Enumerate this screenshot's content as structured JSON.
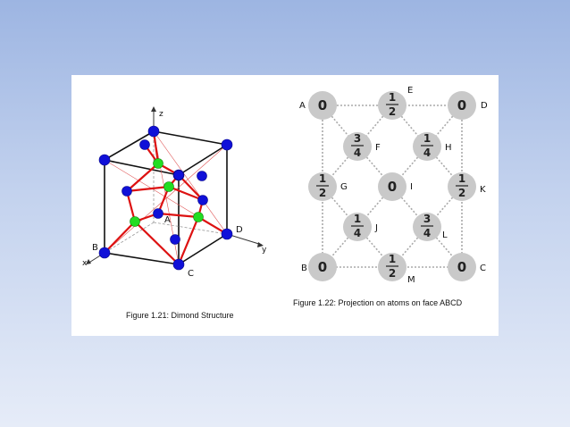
{
  "left_figure": {
    "caption": "Figure 1.21: Dimond Structure",
    "axes": {
      "x": "x",
      "y": "y",
      "z": "z"
    },
    "corner_labels": [
      "A",
      "B",
      "C",
      "D"
    ],
    "colors": {
      "atom": "#1010d8",
      "inner_atom": "#22dd22",
      "bond": "#dd1111",
      "edge": "#111111"
    }
  },
  "right_figure": {
    "caption": "Figure 1.22: Projection on atoms  on face ABCD",
    "atoms": [
      {
        "label": "A",
        "value": "0"
      },
      {
        "label": "E",
        "value": "1/2"
      },
      {
        "label": "D",
        "value": "0"
      },
      {
        "label": "F",
        "value": "3/4"
      },
      {
        "label": "H",
        "value": "1/4"
      },
      {
        "label": "G",
        "value": "1/2"
      },
      {
        "label": "I",
        "value": "0"
      },
      {
        "label": "K",
        "value": "1/2"
      },
      {
        "label": "J",
        "value": "1/4"
      },
      {
        "label": "L",
        "value": "3/4"
      },
      {
        "label": "B",
        "value": "0"
      },
      {
        "label": "M",
        "value": "1/2"
      },
      {
        "label": "C",
        "value": "0"
      }
    ]
  }
}
